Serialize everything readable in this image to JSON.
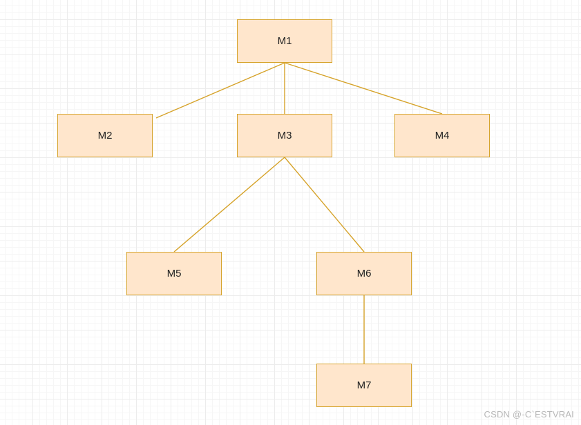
{
  "nodes": {
    "m1": "M1",
    "m2": "M2",
    "m3": "M3",
    "m4": "M4",
    "m5": "M5",
    "m6": "M6",
    "m7": "M7"
  },
  "edges": [
    {
      "from": "M1",
      "to": "M2"
    },
    {
      "from": "M1",
      "to": "M3"
    },
    {
      "from": "M1",
      "to": "M4"
    },
    {
      "from": "M3",
      "to": "M5"
    },
    {
      "from": "M3",
      "to": "M6"
    },
    {
      "from": "M6",
      "to": "M7"
    }
  ],
  "colors": {
    "node_fill": "#ffe6cc",
    "node_border": "#d6a32a",
    "edge": "#d6a32a"
  },
  "watermark": "CSDN @-C`ESTVRAI"
}
